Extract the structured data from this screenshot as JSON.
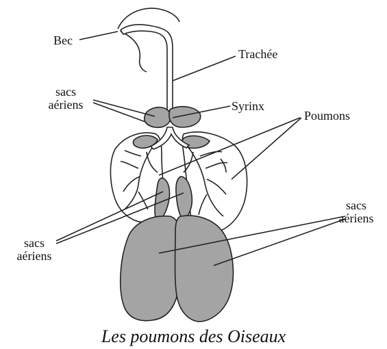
{
  "colors": {
    "organ_fill": "#a4a4a4",
    "outline": "#222222",
    "background": "#ffffff",
    "text": "#111111"
  },
  "labels": {
    "bec": "Bec",
    "trachee": "Trachée",
    "sacs_upper_left": {
      "line1": "sacs",
      "line2": "aériens"
    },
    "syrinx": "Syrinx",
    "poumons": "Poumons",
    "sacs_lower_left": {
      "line1": "sacs",
      "line2": "aériens"
    },
    "sacs_lower_right": {
      "line1": "sacs",
      "line2": "aériens"
    }
  },
  "caption": "Les poumons des Oiseaux"
}
